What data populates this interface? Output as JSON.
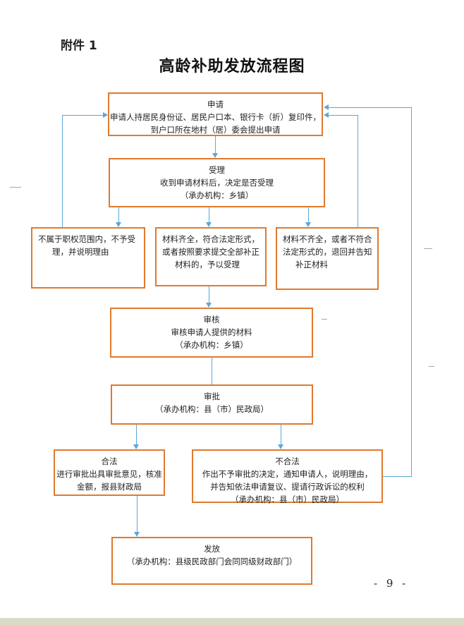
{
  "attachment_label": "附件 1",
  "title": "高龄补助发放流程图",
  "boxes": {
    "apply": {
      "title": "申请",
      "lines": [
        "申请人持居民身份证、居民户口本、银行卡（折）复印件，",
        "到户口所在地村（居）委会提出申请"
      ]
    },
    "accept": {
      "title": "受理",
      "lines": [
        "收到申请材料后，决定是否受理",
        "（承办机构：乡镇）"
      ]
    },
    "reject": {
      "lines": [
        "不属于职权范围内，不予受",
        "理，并说明理由"
      ]
    },
    "accepted": {
      "lines": [
        "材料齐全，符合法定形式，",
        "或者按照要求提交全部补正",
        "材料的，予以受理"
      ]
    },
    "incomplete": {
      "lines": [
        "材料不齐全，或者不符合",
        "法定形式的，退回并告知",
        "补正材料"
      ]
    },
    "review": {
      "title": "审核",
      "lines": [
        "审核申请人提供的材料",
        "（承办机构：乡镇）"
      ]
    },
    "approve": {
      "title": "审批",
      "lines": [
        "（承办机构：县（市）民政局）"
      ]
    },
    "legal": {
      "title": "合法",
      "lines": [
        "进行审批出具审批意见，核准",
        "金额，报县财政局"
      ]
    },
    "illegal": {
      "title": "不合法",
      "lines": [
        "作出不予审批的决定，通知申请人，说明理由，",
        "并告知依法申请复议、提请行政诉讼的权利",
        "（承办机构：县（市）民政局）"
      ]
    },
    "issue": {
      "title": "发放",
      "lines": [
        "（承办机构：县级民政部门会同同级财政部门）"
      ]
    }
  },
  "page_number": "- 9 -",
  "colors": {
    "box_border": "#e07a2e",
    "connector": "#58a9d8"
  }
}
